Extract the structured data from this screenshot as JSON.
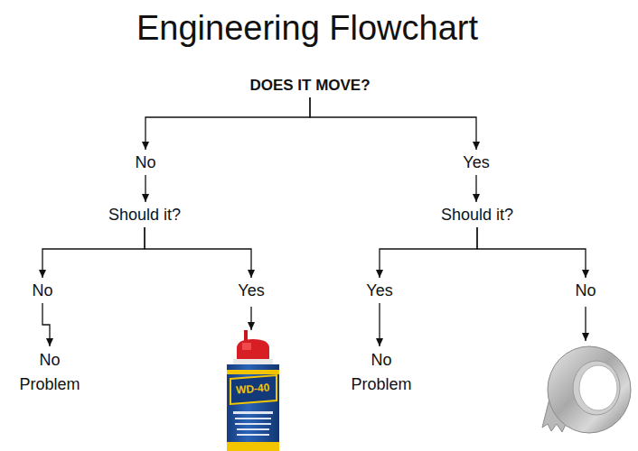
{
  "diagram": {
    "title": "Engineering Flowchart",
    "nodes": [
      {
        "text": [
          "DOES IT MOVE?"
        ]
      },
      {
        "text": [
          "No"
        ]
      },
      {
        "text": [
          "Should it?"
        ]
      },
      {
        "text": [
          "No"
        ]
      },
      {
        "text": [
          "Yes"
        ]
      },
      {
        "text": [
          "No Problem"
        ]
      },
      {
        "text": [
          "Yes"
        ]
      },
      {
        "text": [
          "Should it?"
        ]
      },
      {
        "text": [
          "Yes"
        ]
      },
      {
        "text": [
          "No"
        ]
      },
      {
        "text": [
          "No Problem"
        ]
      }
    ],
    "edges": [
      {
        "from": 0,
        "to": 1,
        "arrow": "to"
      },
      {
        "from": 0,
        "to": 6,
        "arrow": "to"
      },
      {
        "from": 1,
        "to": 2,
        "arrow": "to"
      },
      {
        "from": 2,
        "to": 3,
        "arrow": "to"
      },
      {
        "from": 2,
        "to": 4,
        "arrow": "to"
      },
      {
        "from": 3,
        "to": 5,
        "arrow": "to"
      },
      {
        "from": 6,
        "to": 7,
        "arrow": "to"
      },
      {
        "from": 7,
        "to": 8,
        "arrow": "to"
      },
      {
        "from": 7,
        "to": 9,
        "arrow": "to"
      },
      {
        "from": 8,
        "to": 10,
        "arrow": "to"
      }
    ],
    "labels": [
      "WD-40"
    ]
  }
}
